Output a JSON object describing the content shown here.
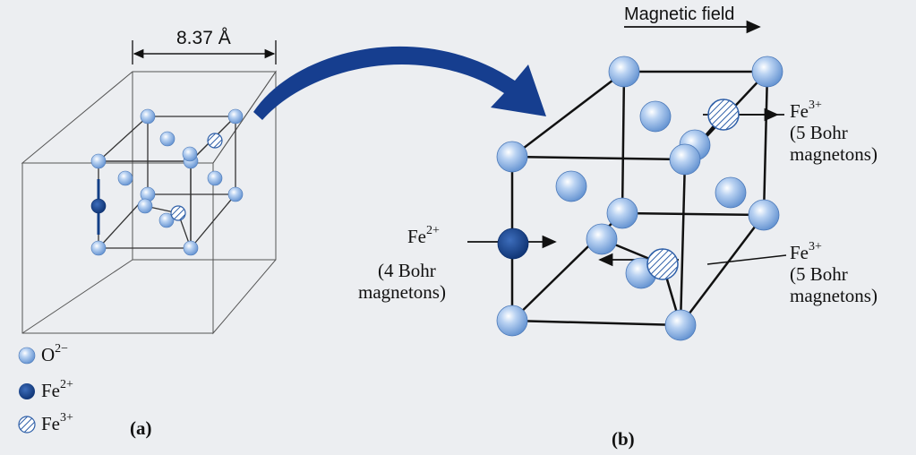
{
  "dimension_label": "8.37 Å",
  "magnetic_field_label": "Magnetic field",
  "panel_a_label": "(a)",
  "panel_b_label": "(b)",
  "legend": [
    {
      "base": "O",
      "charge": "2−",
      "kind": "oxygen"
    },
    {
      "base": "Fe",
      "charge": "2+",
      "kind": "fe2"
    },
    {
      "base": "Fe",
      "charge": "3+",
      "kind": "fe3"
    }
  ],
  "annotations": {
    "fe3_upper": {
      "ion": "Fe",
      "charge": "3+",
      "line1": "(5 Bohr",
      "line2": "magnetons)"
    },
    "fe2": {
      "ion": "Fe",
      "charge": "2+",
      "line1": "(4 Bohr",
      "line2": "magnetons)"
    },
    "fe3_lower": {
      "ion": "Fe",
      "charge": "3+",
      "line1": "(5 Bohr",
      "line2": "magnetons)"
    }
  },
  "colors": {
    "oxygen": "#8fb5e3",
    "fe2": "#123f86",
    "fe3_hatch": "#2e5fa8",
    "big_arrow": "#163e8f",
    "line": "#111111"
  }
}
